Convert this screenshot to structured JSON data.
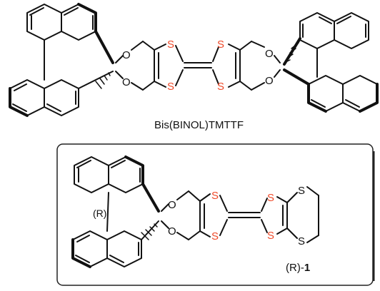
{
  "top_molecule": {
    "name": "Bis(BINOL)TMTTF",
    "atoms": {
      "o_left_upper": "O",
      "o_left_lower": "O",
      "o_right_upper": "O",
      "o_right_lower": "O",
      "s_1": "S",
      "s_2": "S",
      "s_3": "S",
      "s_4": "S"
    }
  },
  "bottom_molecule": {
    "name_prefix": "(R)-",
    "name_number": "1",
    "stereo_label": "(R)",
    "atoms": {
      "o_upper": "O",
      "o_lower": "O",
      "s_1": "S",
      "s_2": "S",
      "s_3": "S",
      "s_4": "S",
      "s_5": "S",
      "s_6": "S"
    }
  },
  "colors": {
    "bond": "#111111",
    "oxygen": "#111111",
    "sulfur": "#ef4a2a",
    "frame": "#222222",
    "background": "#ffffff"
  }
}
